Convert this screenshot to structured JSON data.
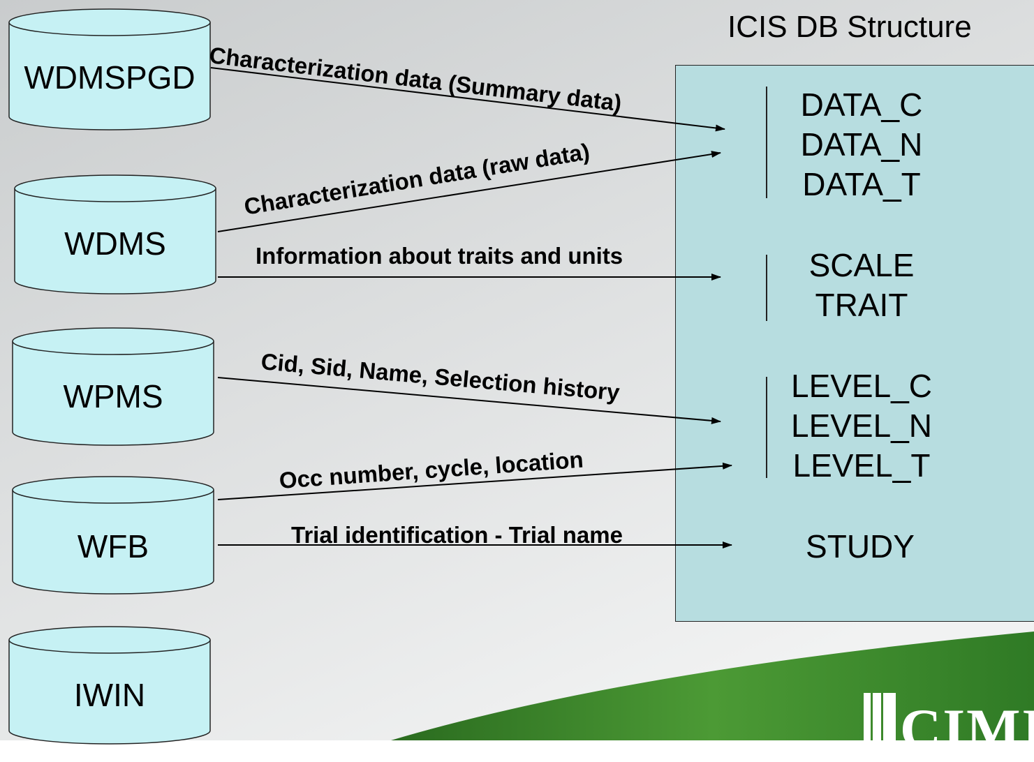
{
  "title": "ICIS DB Structure",
  "databases": [
    {
      "id": "wdmspgd",
      "label": "WDMSPGD"
    },
    {
      "id": "wdms",
      "label": "WDMS"
    },
    {
      "id": "wpms",
      "label": "WPMS"
    },
    {
      "id": "wfb",
      "label": "WFB"
    },
    {
      "id": "iwin",
      "label": "IWIN"
    }
  ],
  "tables": {
    "data_group": [
      "DATA_C",
      "DATA_N",
      "DATA_T"
    ],
    "scale_group": [
      "SCALE",
      "TRAIT"
    ],
    "level_group": [
      "LEVEL_C",
      "LEVEL_N",
      "LEVEL_T"
    ],
    "study": "STUDY"
  },
  "connections": [
    {
      "from": "WDMSPGD",
      "to": "DATA_C",
      "label": "Characterization data (Summary data)"
    },
    {
      "from": "WDMS",
      "to": "DATA_N",
      "label": "Characterization data (raw data)"
    },
    {
      "from": "WDMS",
      "to": "SCALE",
      "label": "Information about traits and units"
    },
    {
      "from": "WPMS",
      "to": "LEVEL_N",
      "label": "Cid, Sid, Name, Selection history"
    },
    {
      "from": "WFB",
      "to": "LEVEL_T",
      "label": "Occ number, cycle, location"
    },
    {
      "from": "WFB",
      "to": "STUDY",
      "label": "Trial identification - Trial name"
    }
  ],
  "logo_text": "CIMI",
  "colors": {
    "box_fill": "#b7dde0",
    "cylinder_fill": "#c6f1f4",
    "grass": "#3f8a2e"
  }
}
